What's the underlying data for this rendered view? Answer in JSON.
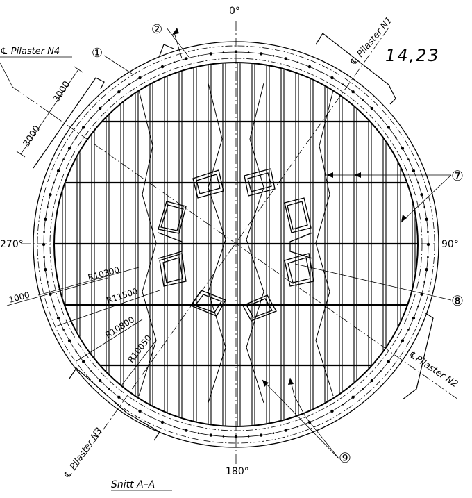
{
  "angles": {
    "top": "0°",
    "right": "90°",
    "bottom": "180°",
    "left": "270°"
  },
  "pilasters": {
    "n1": "℄ Pilaster N1",
    "n2": "℄Pilaster N2",
    "n3": "℄ Pilaster N3",
    "n4": "℄ Pilaster N4"
  },
  "sheet_number": "14,23",
  "dimensions": {
    "d3000a": "3000",
    "d3000b": "3000",
    "d1000": "1000",
    "r10300": "R10300",
    "r11500": "R11500",
    "r10800": "R10800",
    "r10050": "R10050"
  },
  "callouts": {
    "c1": "①",
    "c2": "②",
    "c7": "⑦",
    "c8": "⑧",
    "c9": "⑨"
  },
  "section_title": "Snitt A–A"
}
